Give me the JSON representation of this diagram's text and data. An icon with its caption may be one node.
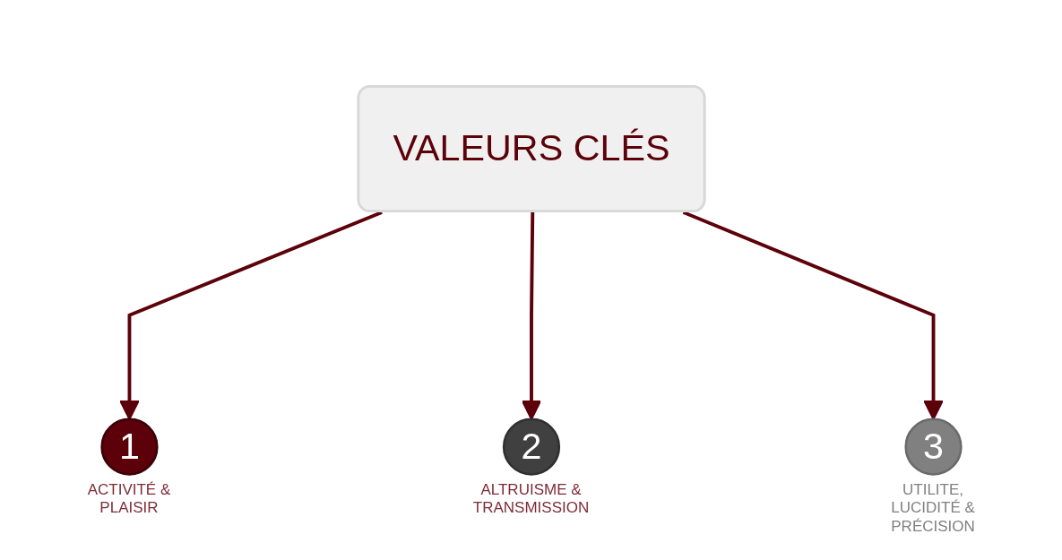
{
  "diagram": {
    "nodes": [
      {
        "text": [
          "VALEURS CLÉS"
        ]
      },
      {
        "text": [
          "1"
        ],
        "beside": [
          "ACTIVITÉ & PLAISIR"
        ]
      },
      {
        "text": [
          "2"
        ],
        "beside": [
          "ALTRUISME & TRANSMISSION"
        ]
      },
      {
        "text": [
          "3"
        ],
        "beside": [
          "UTILITE, LUCIDITÉ & PRÉCISION"
        ]
      }
    ],
    "edges": [
      {
        "from": 0,
        "to": 1,
        "arrow": "to"
      },
      {
        "from": 0,
        "to": 2,
        "arrow": "to"
      },
      {
        "from": 0,
        "to": 3,
        "arrow": "to"
      }
    ]
  }
}
